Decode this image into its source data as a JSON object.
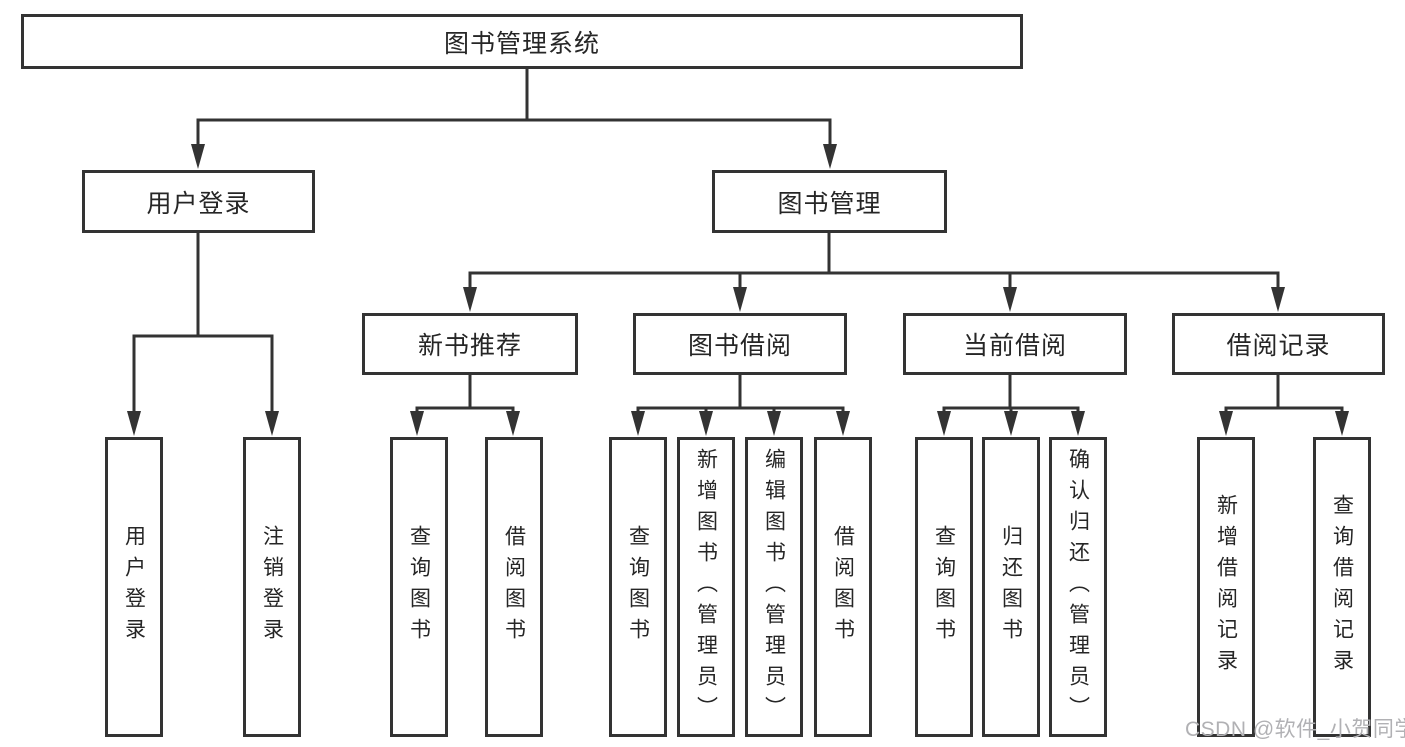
{
  "diagram": {
    "root": {
      "label": "图书管理系统"
    },
    "level2": [
      {
        "label": "用户登录"
      },
      {
        "label": "图书管理"
      }
    ],
    "level3": [
      {
        "label": "新书推荐"
      },
      {
        "label": "图书借阅"
      },
      {
        "label": "当前借阅"
      },
      {
        "label": "借阅记录"
      }
    ],
    "leaves": [
      {
        "label": "用户登录",
        "parent": "用户登录"
      },
      {
        "label": "注销登录",
        "parent": "用户登录"
      },
      {
        "label": "查询图书",
        "parent": "新书推荐"
      },
      {
        "label": "借阅图书",
        "parent": "新书推荐"
      },
      {
        "label": "查询图书",
        "parent": "图书借阅"
      },
      {
        "label": "新增图书（管理员）",
        "parent": "图书借阅"
      },
      {
        "label": "编辑图书（管理员）",
        "parent": "图书借阅"
      },
      {
        "label": "借阅图书",
        "parent": "图书借阅"
      },
      {
        "label": "查询图书",
        "parent": "当前借阅"
      },
      {
        "label": "归还图书",
        "parent": "当前借阅"
      },
      {
        "label": "确认归还（管理员）",
        "parent": "当前借阅"
      },
      {
        "label": "新增借阅记录",
        "parent": "借阅记录"
      },
      {
        "label": "查询借阅记录",
        "parent": "借阅记录"
      }
    ],
    "colors": {
      "line": "#333333",
      "text": "#262626",
      "box_background": "#ffffff",
      "watermark": "#b1b1b4"
    }
  },
  "watermark": {
    "text": "CSDN @软件_小贺同学"
  }
}
